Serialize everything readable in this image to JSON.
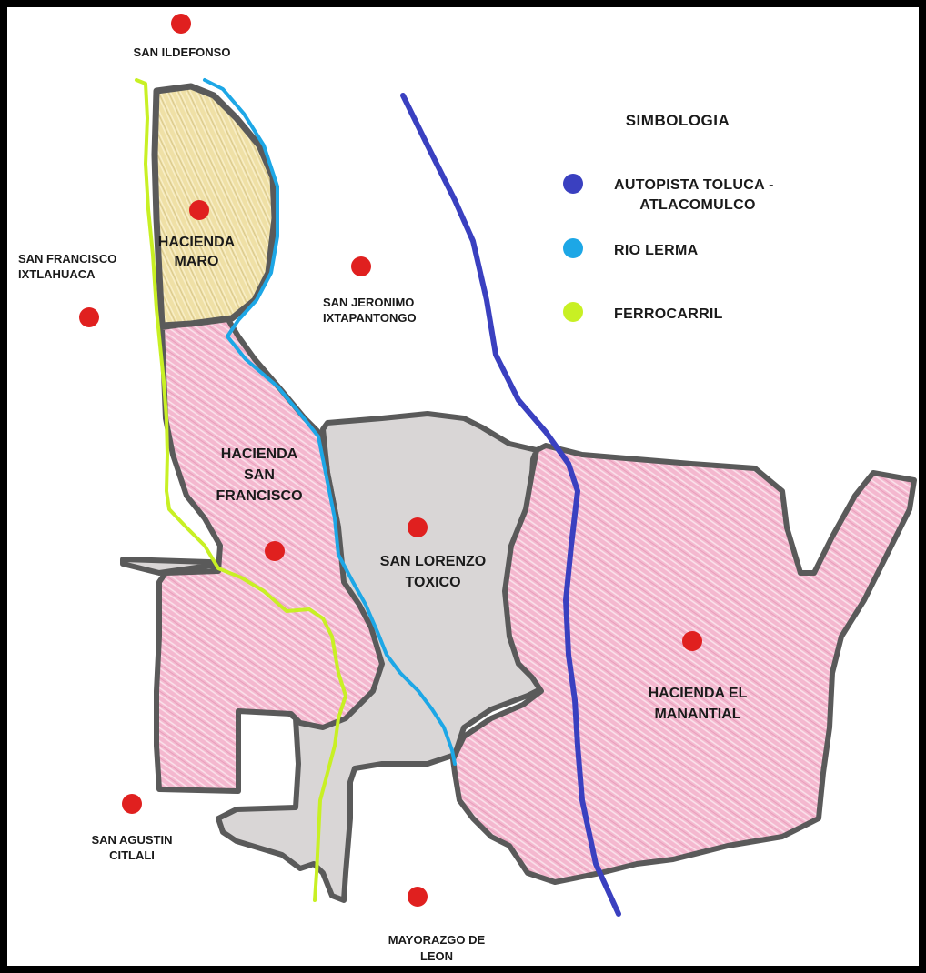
{
  "legend": {
    "title": "SIMBOLOGIA",
    "items": [
      {
        "label_1": "AUTOPISTA TOLUCA -",
        "label_2": "ATLACOMULCO",
        "color": "#3a40c0"
      },
      {
        "label_1": "RIO LERMA",
        "label_2": "",
        "color": "#1da7e6"
      },
      {
        "label_1": "FERROCARRIL",
        "label_2": "",
        "color": "#c8f024"
      }
    ]
  },
  "places": {
    "san_ildefonso": {
      "line1": "SAN ILDEFONSO"
    },
    "san_francisco_ixtlahuaca": {
      "line1": "SAN FRANCISCO",
      "line2": "IXTLAHUACA"
    },
    "san_jeronimo": {
      "line1": "SAN JERONIMO",
      "line2": "IXTAPANTONGO"
    },
    "san_agustin": {
      "line1": "SAN AGUSTIN",
      "line2": "CITLALI"
    },
    "mayorazgo": {
      "line1": "MAYORAZGO DE",
      "line2": "LEON"
    }
  },
  "zones": {
    "hacienda_maro": {
      "line1": "HACIENDA",
      "line2": "MARO"
    },
    "hacienda_san_francisco": {
      "line1": "HACIENDA",
      "line2": "SAN",
      "line3": "FRANCISCO"
    },
    "san_lorenzo": {
      "line1": "SAN LORENZO",
      "line2": "TOXICO"
    },
    "hacienda_el_manantial": {
      "line1": "HACIENDA EL",
      "line2": "MANANTIAL"
    }
  },
  "colors": {
    "pink_zone": "#f4b8cf",
    "yellow_zone": "#efe0a6",
    "gray_zone": "#d9d6d6",
    "boundary": "#5a5a5a",
    "marker": "#e0201f",
    "frame": "#000000"
  }
}
